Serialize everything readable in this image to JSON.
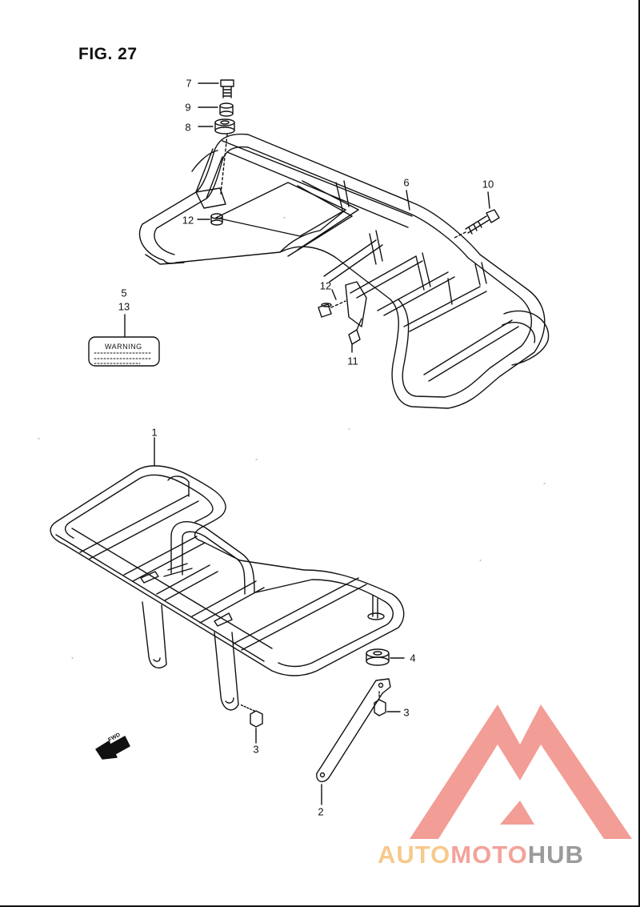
{
  "figure": {
    "title": "FIG. 27"
  },
  "callouts": [
    {
      "id": "7",
      "label": "7"
    },
    {
      "id": "9",
      "label": "9"
    },
    {
      "id": "8",
      "label": "8"
    },
    {
      "id": "12a",
      "label": "12"
    },
    {
      "id": "6",
      "label": "6"
    },
    {
      "id": "10",
      "label": "10"
    },
    {
      "id": "5",
      "label": "5"
    },
    {
      "id": "13",
      "label": "13"
    },
    {
      "id": "12b",
      "label": "12"
    },
    {
      "id": "11",
      "label": "11"
    },
    {
      "id": "1",
      "label": "1"
    },
    {
      "id": "4",
      "label": "4"
    },
    {
      "id": "3a",
      "label": "3"
    },
    {
      "id": "3b",
      "label": "3"
    },
    {
      "id": "2",
      "label": "2"
    }
  ],
  "warning_label": {
    "text": "WARNING"
  },
  "fwd_arrow": {
    "text": "FWD"
  },
  "watermark": {
    "part1": "AUTO",
    "part2": "MOTO",
    "part3": "HUB",
    "colors": {
      "auto": "#f7c98c",
      "moto": "#f3a39a",
      "hub": "#9b9b9b",
      "logo": "#f08c82"
    }
  }
}
